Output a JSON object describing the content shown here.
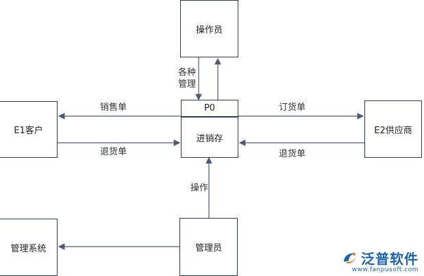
{
  "nodes": {
    "operator": "操作员",
    "p0_id": "P0",
    "p0_name": "进销存",
    "customer": "E1客户",
    "supplier": "E2供应商",
    "mgmt_system": "管理系统",
    "admin": "管理员"
  },
  "flows": {
    "various_mgmt_line1": "各种",
    "various_mgmt_line2": "管理",
    "sales_order": "销售单",
    "return_order_customer": "退货单",
    "purchase_order": "订货单",
    "return_order_supplier": "退货单",
    "operate": "操作"
  },
  "watermark": {
    "brand": "泛普软件",
    "url": "www.fanpusoft.com"
  },
  "colors": {
    "box_border": "#2b3a55",
    "arrow": "#4a5a78",
    "watermark": "#1e63b0",
    "watermark_accent": "#e8762c"
  }
}
